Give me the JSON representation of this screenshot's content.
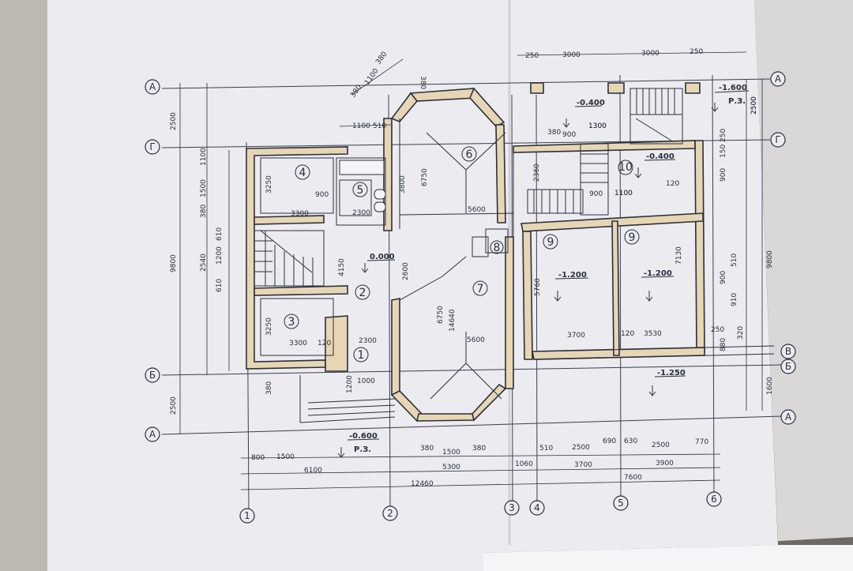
{
  "axes": {
    "horizontal": [
      "А",
      "Г",
      "Б",
      "А",
      "А",
      "Г",
      "В",
      "Б",
      "А"
    ],
    "vertical": [
      "1",
      "2",
      "3",
      "4",
      "5",
      "6"
    ]
  },
  "rooms": [
    "1",
    "2",
    "3",
    "4",
    "5",
    "6",
    "7",
    "8",
    "9",
    "9",
    "10"
  ],
  "levels": [
    "0.000",
    "-0.400",
    "-0.400",
    "-1.200",
    "-1.200",
    "-1.250",
    "-0.600",
    "-1.600",
    "Р.З.",
    "Р.З."
  ],
  "top_dims": [
    "250",
    "3000",
    "3000",
    "250",
    "1100",
    "510",
    "380",
    "380",
    "1100",
    "380",
    "380",
    "1300",
    "900"
  ],
  "left_dims": [
    "2500",
    "9800",
    "2500",
    "1100",
    "1500",
    "380",
    "2540",
    "610",
    "1200",
    "610",
    "3250",
    "3250",
    "380"
  ],
  "right_dims": [
    "2500",
    "9800",
    "2500",
    "1600",
    "150",
    "250",
    "900",
    "510",
    "900",
    "910",
    "250",
    "880",
    "320"
  ],
  "bottom_dims": [
    "800",
    "1500",
    "380",
    "1500",
    "380",
    "510",
    "2500",
    "690",
    "630",
    "2500",
    "770",
    "6100",
    "5300",
    "1060",
    "3700",
    "3900",
    "7600",
    "12460"
  ],
  "room_dims": [
    "3300",
    "3300",
    "120",
    "2300",
    "900",
    "2300",
    "1100",
    "5600",
    "5600",
    "6750",
    "6750",
    "14640",
    "3800",
    "2600",
    "4150",
    "5760",
    "7130",
    "3700",
    "120",
    "3530",
    "1200",
    "1000",
    "2360",
    "900",
    "1100",
    "120",
    "1300"
  ],
  "colors": {
    "paper": "#efeff2",
    "wall": "#e7d6b3",
    "ink": "#2a2f3e"
  }
}
